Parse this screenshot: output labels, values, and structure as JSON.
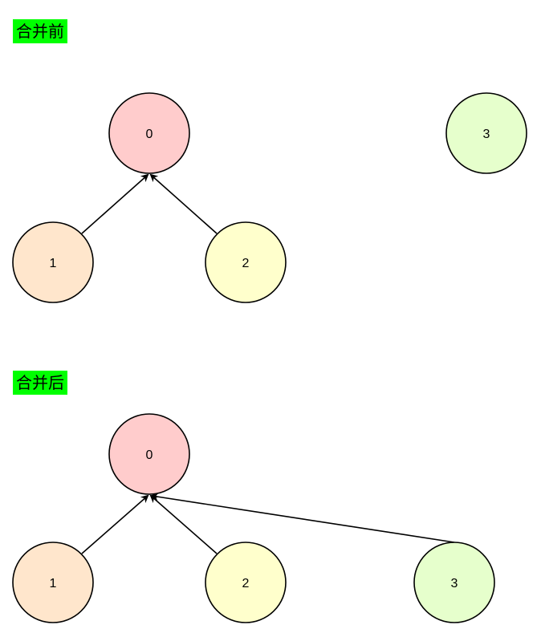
{
  "sections": {
    "before": {
      "title": "合并前",
      "nodes": [
        {
          "id": "0",
          "fill": "#ffcccc"
        },
        {
          "id": "3",
          "fill": "#e6ffcc"
        },
        {
          "id": "1",
          "fill": "#ffe6cc"
        },
        {
          "id": "2",
          "fill": "#ffffcc"
        }
      ],
      "edges": [
        {
          "from": "1",
          "to": "0"
        },
        {
          "from": "2",
          "to": "0"
        }
      ]
    },
    "after": {
      "title": "合并后",
      "nodes": [
        {
          "id": "0",
          "fill": "#ffcccc"
        },
        {
          "id": "1",
          "fill": "#ffe6cc"
        },
        {
          "id": "2",
          "fill": "#ffffcc"
        },
        {
          "id": "3",
          "fill": "#e6ffcc"
        }
      ],
      "edges": [
        {
          "from": "1",
          "to": "0"
        },
        {
          "from": "2",
          "to": "0"
        },
        {
          "from": "3",
          "to": "0"
        }
      ]
    }
  },
  "colors": {
    "label_bg": "#00ff00",
    "stroke": "#000000"
  }
}
